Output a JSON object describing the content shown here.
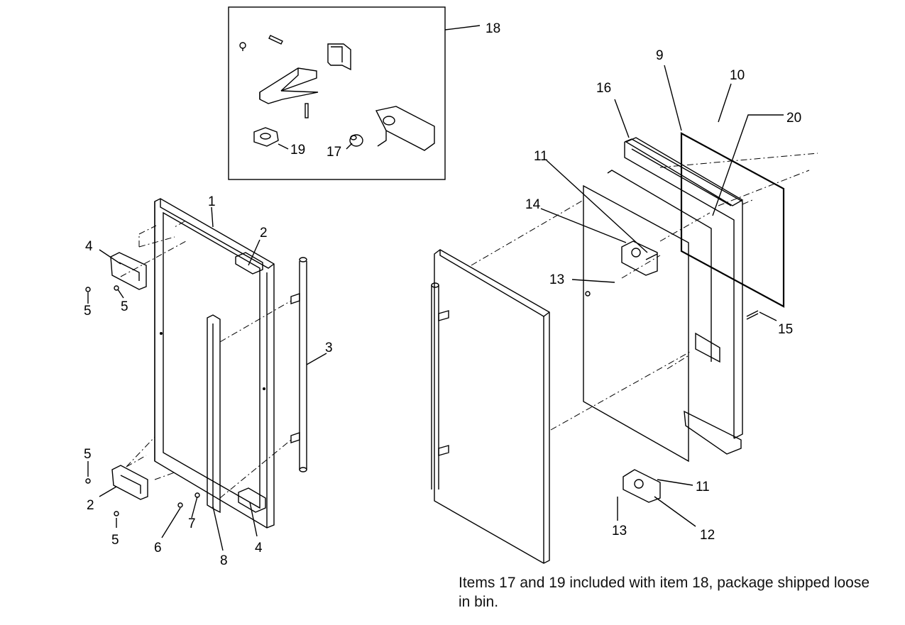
{
  "diagram": {
    "callouts": {
      "c1": "1",
      "c2a": "2",
      "c2b": "2",
      "c3": "3",
      "c4a": "4",
      "c4b": "4",
      "c5a": "5",
      "c5b": "5",
      "c5c": "5",
      "c5d": "5",
      "c6": "6",
      "c7": "7",
      "c8": "8",
      "c9": "9",
      "c10": "10",
      "c11a": "11",
      "c11b": "11",
      "c12": "12",
      "c13a": "13",
      "c13b": "13",
      "c14": "14",
      "c15": "15",
      "c16": "16",
      "c17": "17",
      "c18": "18",
      "c19": "19",
      "c20": "20"
    },
    "note": "Items 17 and 19 included with item 18, package shipped loose in bin."
  }
}
